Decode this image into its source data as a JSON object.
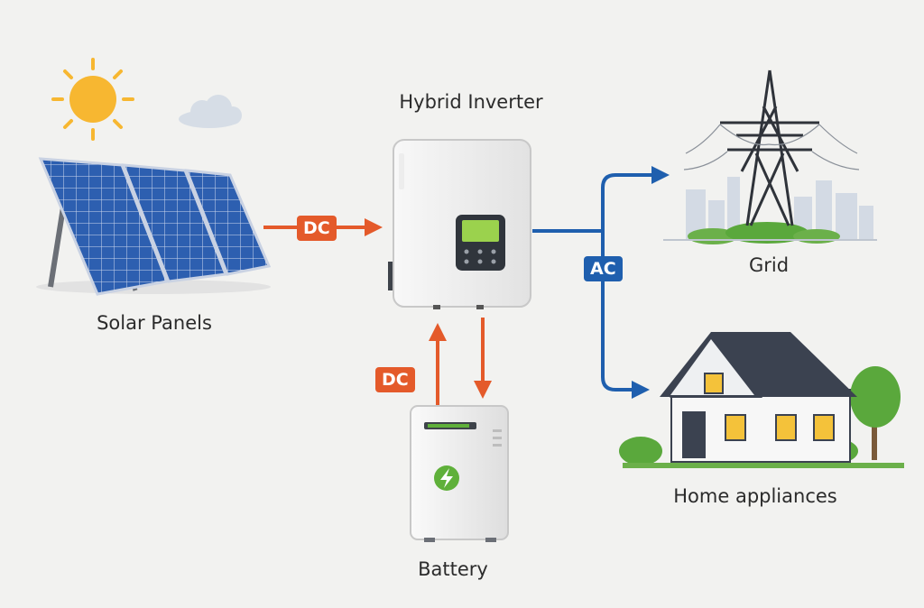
{
  "labels": {
    "solar": "Solar Panels",
    "inverter": "Hybrid Inverter",
    "grid": "Grid",
    "home": "Home appliances",
    "battery": "Battery"
  },
  "tags": {
    "dc_panels": "DC",
    "dc_battery": "DC",
    "ac": "AC"
  },
  "colors": {
    "dc_flow": "#e45a2a",
    "ac_flow": "#1f5fae",
    "sun": "#f7b731",
    "panel": "#2d5fb0",
    "screen": "#9bd24d",
    "battery_bolt": "#5fb03a",
    "house_walls": "#f7f7f7",
    "roof": "#3b4250",
    "window": "#f4c23a",
    "tree": "#5aa83c"
  },
  "icons": [
    "sun-icon",
    "cloud-icon",
    "solar-panel-icon",
    "inverter-icon",
    "power-tower-icon",
    "city-skyline-icon",
    "house-icon",
    "tree-icon",
    "battery-icon",
    "bolt-icon"
  ]
}
